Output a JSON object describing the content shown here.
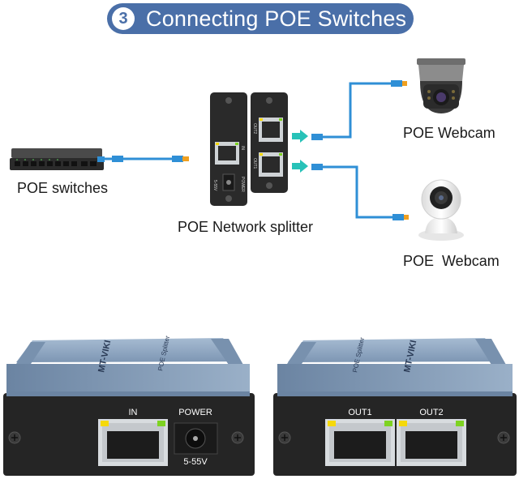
{
  "banner": {
    "step": "3",
    "title": "Connecting POE Switches"
  },
  "labels": {
    "switches": "POE switches",
    "splitter": "POE Network splitter",
    "webcam_top": "POE Webcam",
    "webcam_bottom": "POE  Webcam"
  },
  "splitter_small": {
    "in": "IN",
    "voltage": "5-55V",
    "power": "POWER",
    "out1": "OUT1",
    "out2": "OUT2"
  },
  "device_left": {
    "brand": "MT-VIKI",
    "model": "POE Splitter",
    "port_in": "IN",
    "power": "POWER",
    "voltage": "5-55V"
  },
  "device_right": {
    "brand": "MT-VIKI",
    "model": "POE Splitter",
    "out1": "OUT1",
    "out2": "OUT2"
  },
  "colors": {
    "accent": "#4a6fa8",
    "cable": "#2f8fd6",
    "arrow": "#28c2b8",
    "case": "#8aa3c0",
    "led_green": "#7ed321",
    "led_yellow": "#f5d90a"
  },
  "icons": [
    "network-switch-icon",
    "ptz-camera-icon",
    "dome-camera-icon",
    "ethernet-port-icon",
    "power-jack-icon",
    "arrow-right-icon"
  ]
}
